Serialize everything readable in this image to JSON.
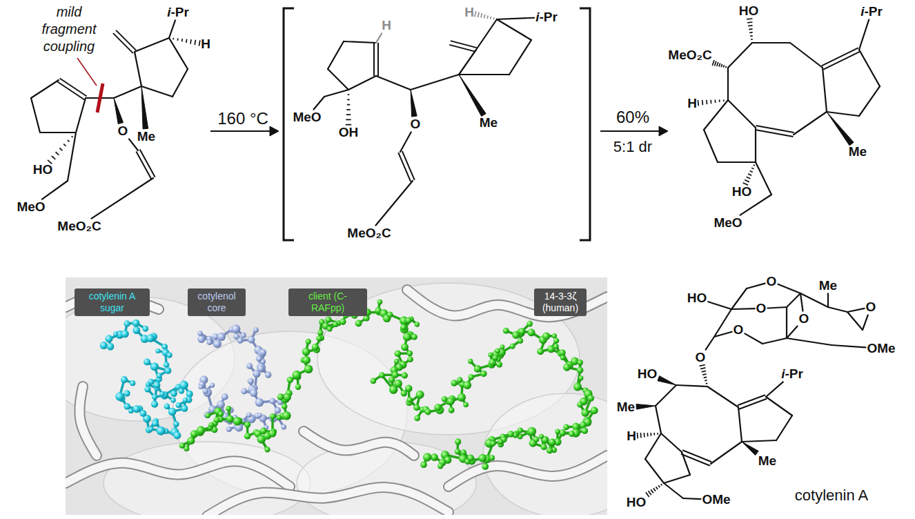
{
  "diagram": {
    "nodes": [
      {
        "text": [
          "cotylenin A sugar"
        ]
      },
      {
        "text": [
          "cotylenol core"
        ]
      },
      {
        "text": [
          "client (C-RAFpp)"
        ]
      },
      {
        "text": [
          "14-3-3ζ (human)"
        ]
      }
    ],
    "labels": [
      "mild fragment coupling",
      "i-Pr",
      "H",
      "Me",
      "O",
      "HO",
      "MeO",
      "MeO₂C",
      "160 °C",
      "i-Pr",
      "H",
      "H",
      "Me",
      "O",
      "MeO",
      "OH",
      "MeO₂C",
      "60%",
      "5:1 dr",
      "HO",
      "i-Pr",
      "MeO₂C",
      "H",
      "Me",
      "HO",
      "MeO",
      "O",
      "Me",
      "HO",
      "O",
      "O",
      "O",
      "O",
      "OMe",
      "O",
      "HO",
      "i-Pr",
      "Me",
      "H",
      "Me",
      "HO",
      "OMe",
      "cotylenin A"
    ]
  }
}
